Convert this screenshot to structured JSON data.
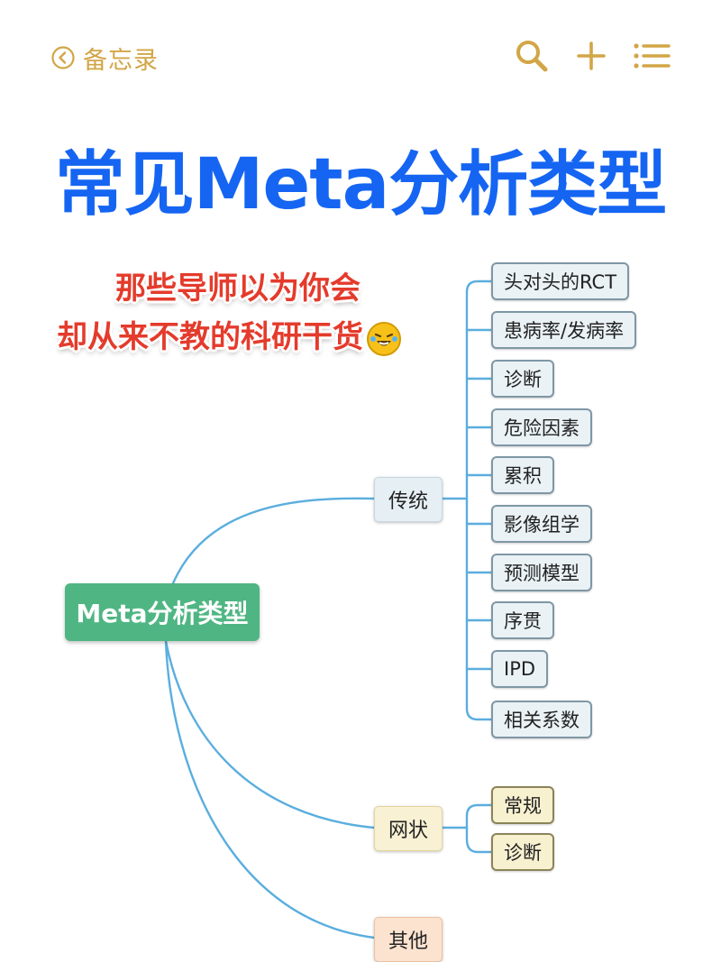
{
  "topbar": {
    "back_label": "备忘录",
    "icons": [
      "back-chevron-icon",
      "search-icon",
      "plus-icon",
      "list-icon"
    ],
    "accent_color": "#d2a646"
  },
  "title": "常见Meta分析类型",
  "subtitle": {
    "line1": "那些导师以为你会",
    "line2": "却从来不教的科研干货",
    "emoji": "rolling-laughing-emoji"
  },
  "mindmap": {
    "root": "Meta分析类型",
    "branches": [
      {
        "label": "传统",
        "children": [
          "头对头的RCT",
          "患病率/发病率",
          "诊断",
          "危险因素",
          "累积",
          "影像组学",
          "预测模型",
          "序贯",
          "IPD",
          "相关系数"
        ]
      },
      {
        "label": "网状",
        "children": [
          "常规",
          "诊断"
        ]
      },
      {
        "label": "其他",
        "children": []
      }
    ],
    "colors": {
      "root": "#4fb683",
      "connector": "#5aaede",
      "title": "#1565f2",
      "subtitle": "#e43b2c"
    }
  }
}
